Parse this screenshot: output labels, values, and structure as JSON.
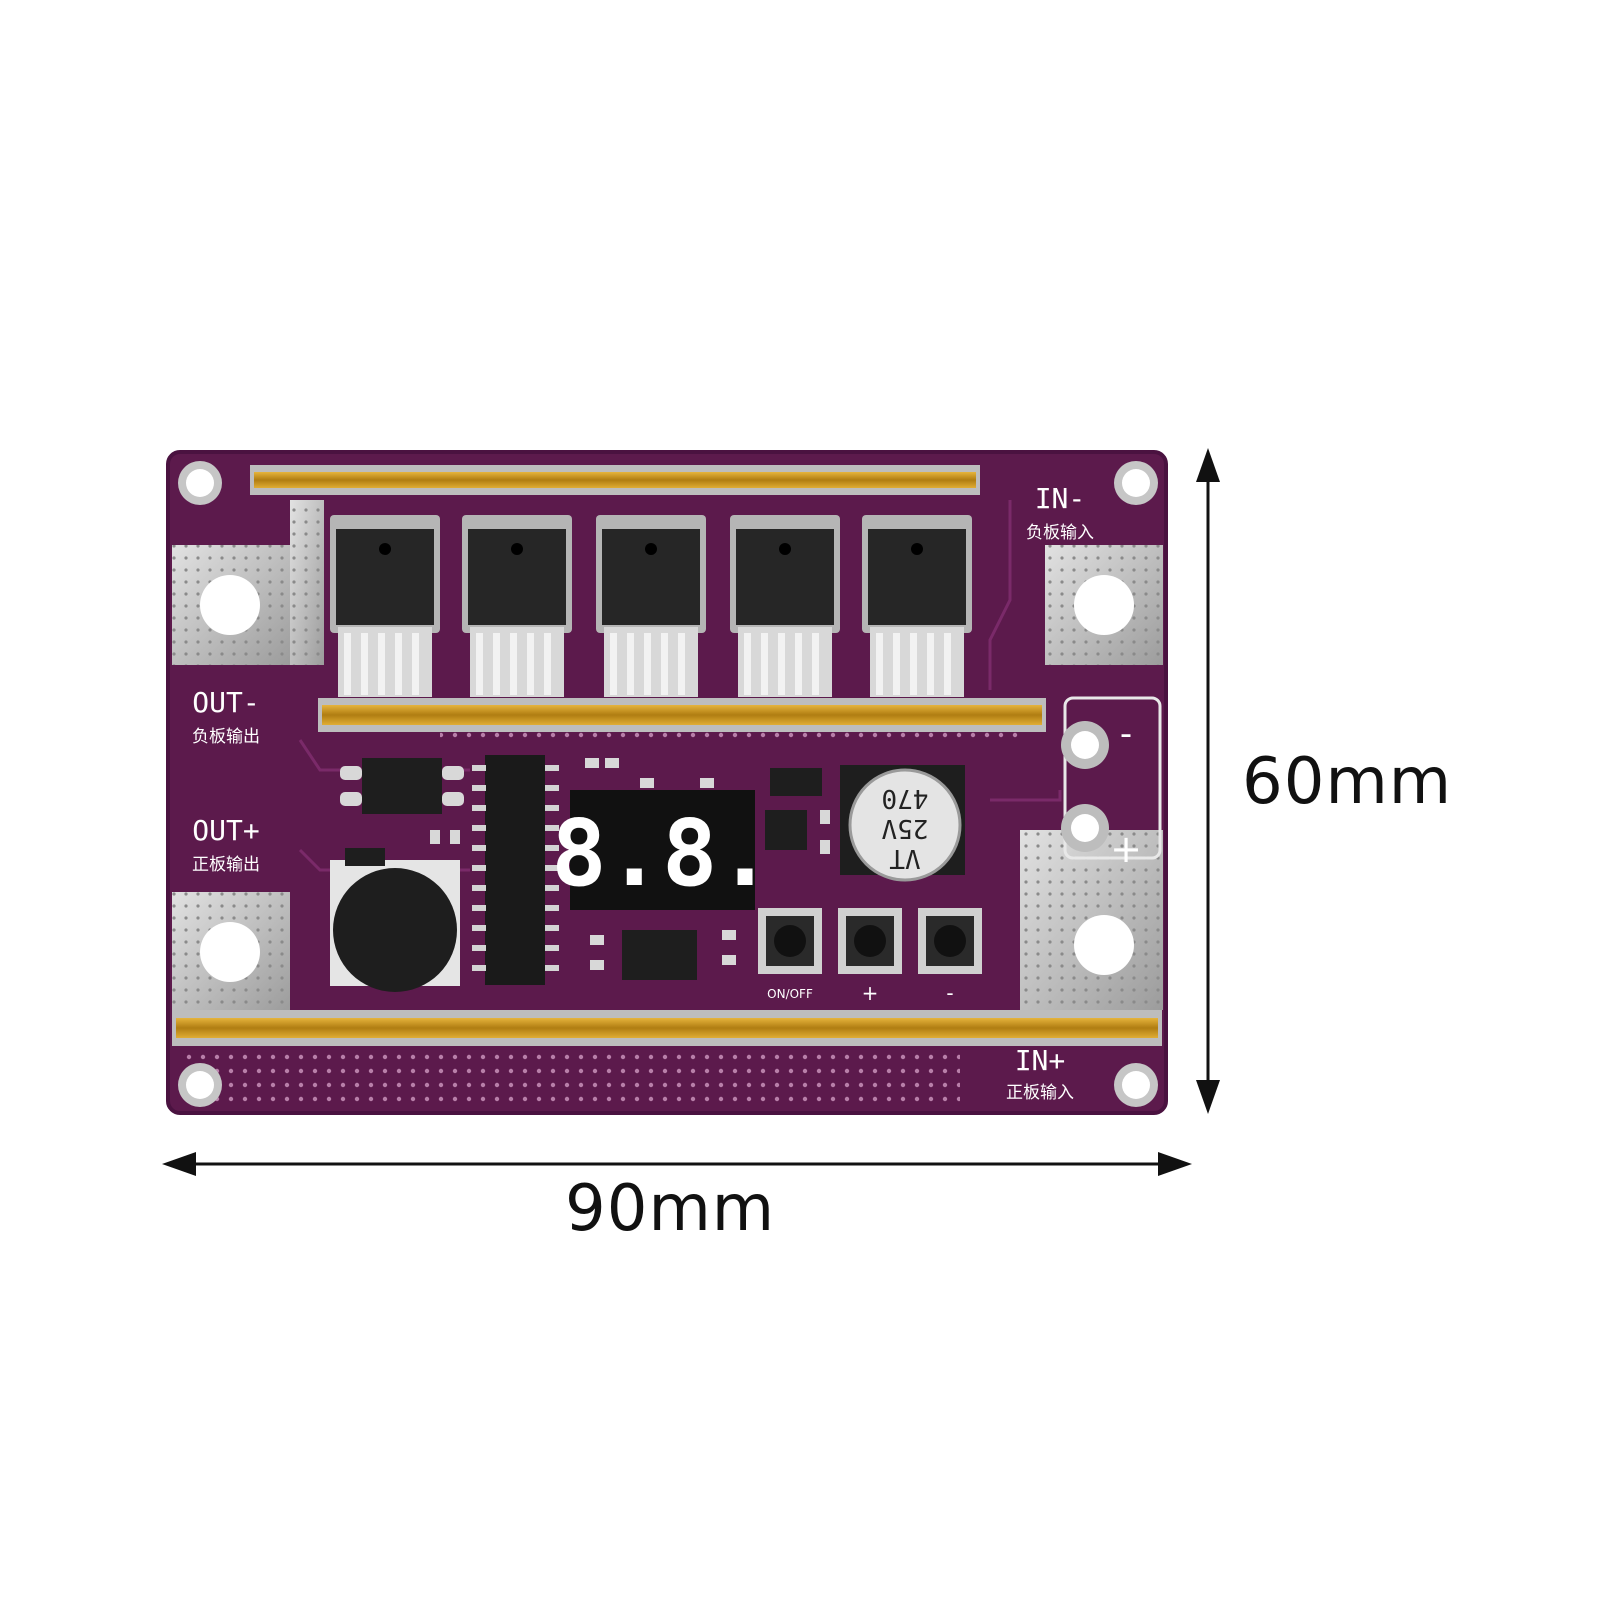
{
  "dimensions": {
    "width_label": "90mm",
    "height_label": "60mm"
  },
  "board": {
    "in_neg": {
      "label": "IN-",
      "sub": "负板输入"
    },
    "in_pos": {
      "label": "IN+",
      "sub": "正板输入"
    },
    "out_neg": {
      "label": "OUT-",
      "sub": "负板输出"
    },
    "out_pos": {
      "label": "OUT+",
      "sub": "正板输出"
    },
    "display_text": "8.8.",
    "capacitor": {
      "line1": "VT",
      "line2": "25V",
      "line3": "470"
    },
    "buttons": [
      {
        "label": "ON/OFF"
      },
      {
        "label": "+"
      },
      {
        "label": "-"
      }
    ],
    "supply_terminals": {
      "minus": "-",
      "plus": "+"
    },
    "mosfet_count": 5,
    "colors": {
      "pcb": "#5c1a4c",
      "pcb_edge": "#4a1240",
      "copper": "#c8961e",
      "pad": "#c9c9c9",
      "component": "#1e1e1e"
    }
  }
}
